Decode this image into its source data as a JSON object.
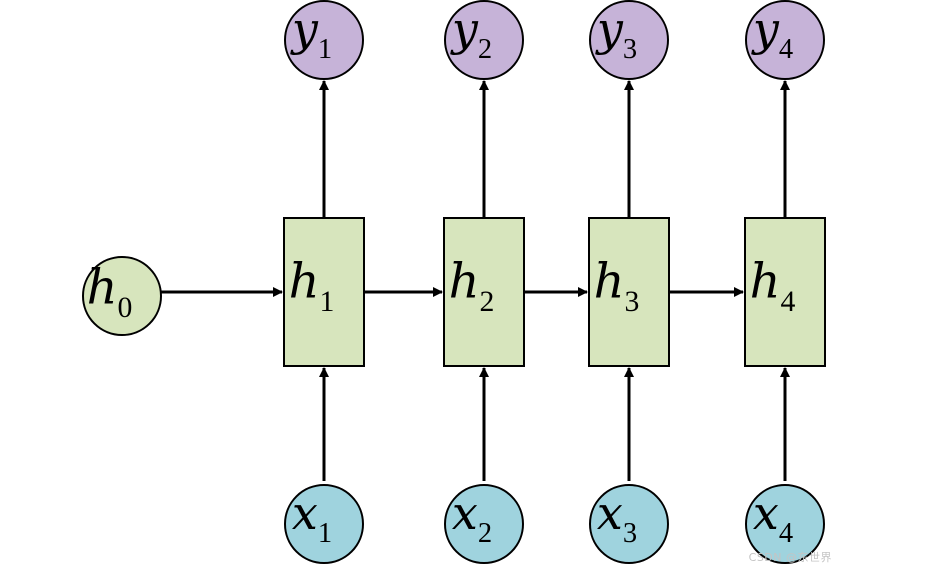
{
  "diagram": {
    "colors": {
      "output": "#c6b3d8",
      "hidden": "#d7e5bd",
      "input": "#9fd3de",
      "stroke": "#000000"
    },
    "initial_hidden": {
      "symbol": "h",
      "sub": "0"
    },
    "steps": [
      {
        "output": {
          "symbol": "y",
          "sub": "1"
        },
        "hidden": {
          "symbol": "h",
          "sub": "1"
        },
        "input": {
          "symbol": "x",
          "sub": "1"
        }
      },
      {
        "output": {
          "symbol": "y",
          "sub": "2"
        },
        "hidden": {
          "symbol": "h",
          "sub": "2"
        },
        "input": {
          "symbol": "x",
          "sub": "2"
        }
      },
      {
        "output": {
          "symbol": "y",
          "sub": "3"
        },
        "hidden": {
          "symbol": "h",
          "sub": "3"
        },
        "input": {
          "symbol": "x",
          "sub": "3"
        }
      },
      {
        "output": {
          "symbol": "y",
          "sub": "4"
        },
        "hidden": {
          "symbol": "h",
          "sub": "4"
        },
        "input": {
          "symbol": "x",
          "sub": "4"
        }
      }
    ]
  },
  "watermark": "CSDN @东世界"
}
